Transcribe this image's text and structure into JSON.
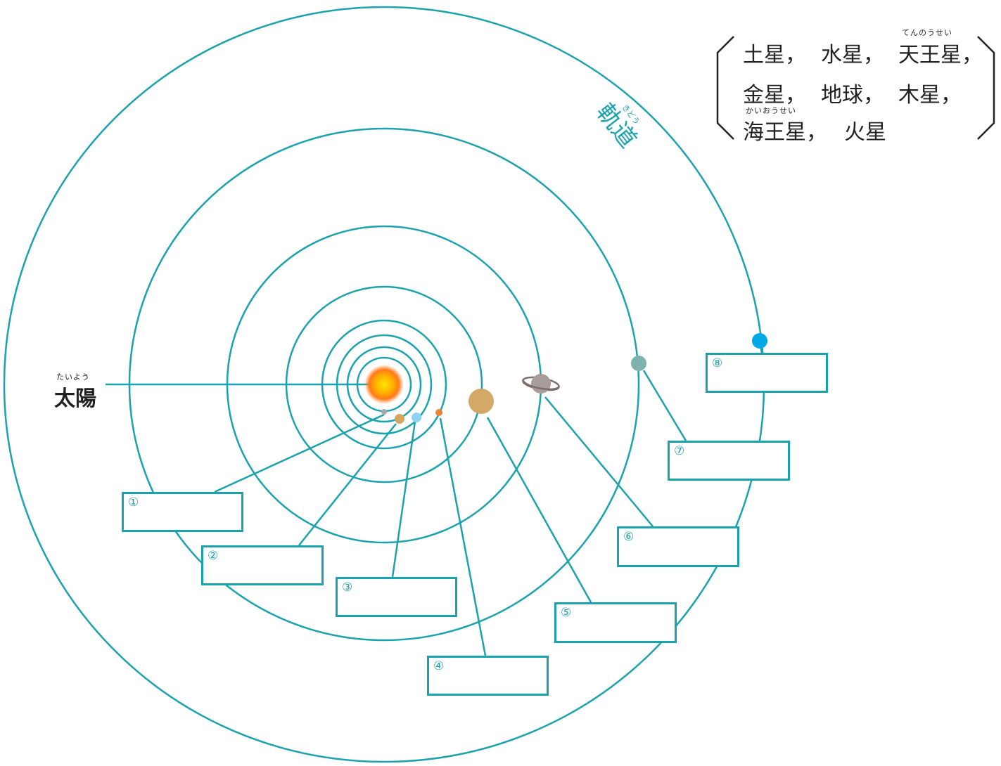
{
  "sun": {
    "label": "太陽",
    "reading": "たいよう"
  },
  "orbit_label": {
    "text": "軌道",
    "reading": "きどう"
  },
  "word_bank": {
    "line1": [
      "土星，",
      "水星，",
      "天王星，"
    ],
    "line2": [
      "金星，",
      "地球，",
      "木星，"
    ],
    "line3": [
      "海王星，",
      "火星"
    ],
    "uranus_reading": "てんのうせい",
    "neptune_reading": "かいおうせい"
  },
  "answer_boxes": [
    "①",
    "②",
    "③",
    "④",
    "⑤",
    "⑥",
    "⑦",
    "⑧"
  ],
  "colors": {
    "orbit": "#1aa3ad",
    "sun_core": "#ffd200",
    "sun_glow": "#ff7a1a",
    "mercury": "#a7a9ac",
    "venus": "#d4a560",
    "earth": "#8fd3f4",
    "mars": "#f08234",
    "jupiter": "#d4a867",
    "saturn": "#a89c9a",
    "uranus": "#7fb2ac",
    "neptune": "#00a8e8"
  }
}
